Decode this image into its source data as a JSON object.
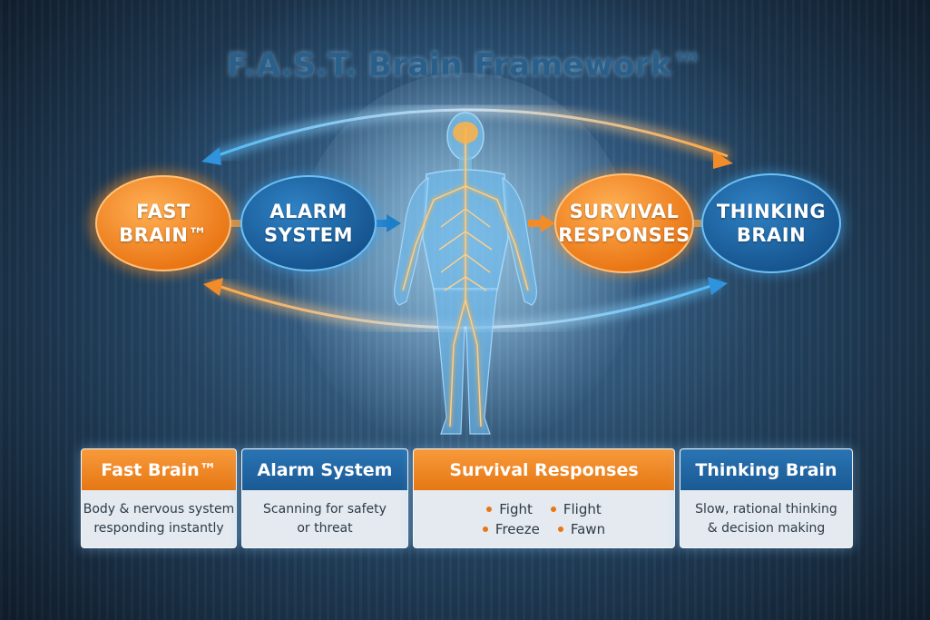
{
  "title": "F.A.S.T. Brain Framework™",
  "nodes": [
    {
      "label": "FAST\nBRAIN™",
      "color": "orange"
    },
    {
      "label": "ALARM\nSYSTEM",
      "color": "blue"
    },
    {
      "label": "SURVIVAL\nRESPONSES",
      "color": "orange"
    },
    {
      "label": "THINKING\nBRAIN",
      "color": "blue"
    }
  ],
  "cards": [
    {
      "title": "Fast Brain™",
      "color": "orange",
      "lines": [
        "Body & nervous system",
        "responding instantly"
      ]
    },
    {
      "title": "Alarm System",
      "color": "blue",
      "lines": [
        "Scanning for safety",
        "or threat"
      ]
    },
    {
      "title": "Survival Responses",
      "color": "orange",
      "bullets": [
        [
          "Fight",
          "Flight"
        ],
        [
          "Freeze",
          "Fawn"
        ]
      ]
    },
    {
      "title": "Thinking Brain",
      "color": "blue",
      "lines": [
        "Slow, rational thinking",
        "& decision making"
      ]
    }
  ],
  "colors": {
    "orange": "#f28c28",
    "blue": "#1e62a0",
    "nerve": "#ffb347",
    "glow": "#bfe4ff"
  },
  "illustration": "human-body-nervous-system"
}
